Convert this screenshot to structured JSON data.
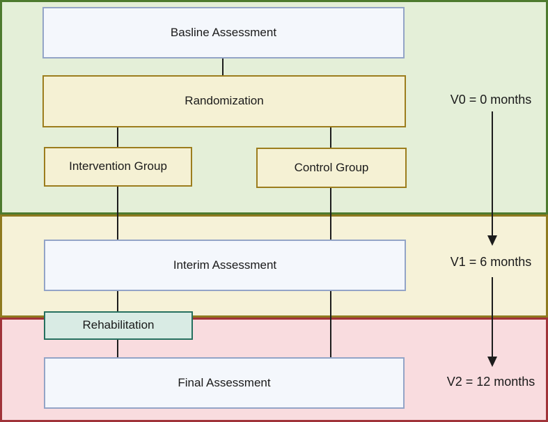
{
  "figure": {
    "boxes": {
      "baseline": "Basline Assessment",
      "randomization": "Randomization",
      "intervention": "Intervention Group",
      "control": "Control Group",
      "interim": "Interim Assessment",
      "rehabilitation": "Rehabilitation",
      "final": "Final Assessment"
    },
    "timeline": {
      "v0": "V0 = 0 months",
      "v1": "V1 = 6 months",
      "v2": "V2 = 12 months"
    }
  },
  "colors": {
    "band-green-bg": "#e4efd8",
    "band-green-border": "#4d7a2e",
    "band-yellow-bg": "#f6f2d8",
    "band-yellow-border": "#8f7a1e",
    "band-red-bg": "#f9dcdf",
    "band-red-border": "#a03339",
    "box-blue-bg": "#f4f7fc",
    "box-blue-border": "#93a4c7",
    "box-gold-bg": "#f5f1d4",
    "box-gold-border": "#9c7d1d",
    "box-teal-bg": "#d9ebe4",
    "box-teal-border": "#26705f",
    "line": "#1c1c1c",
    "text": "#1a1a1a"
  }
}
